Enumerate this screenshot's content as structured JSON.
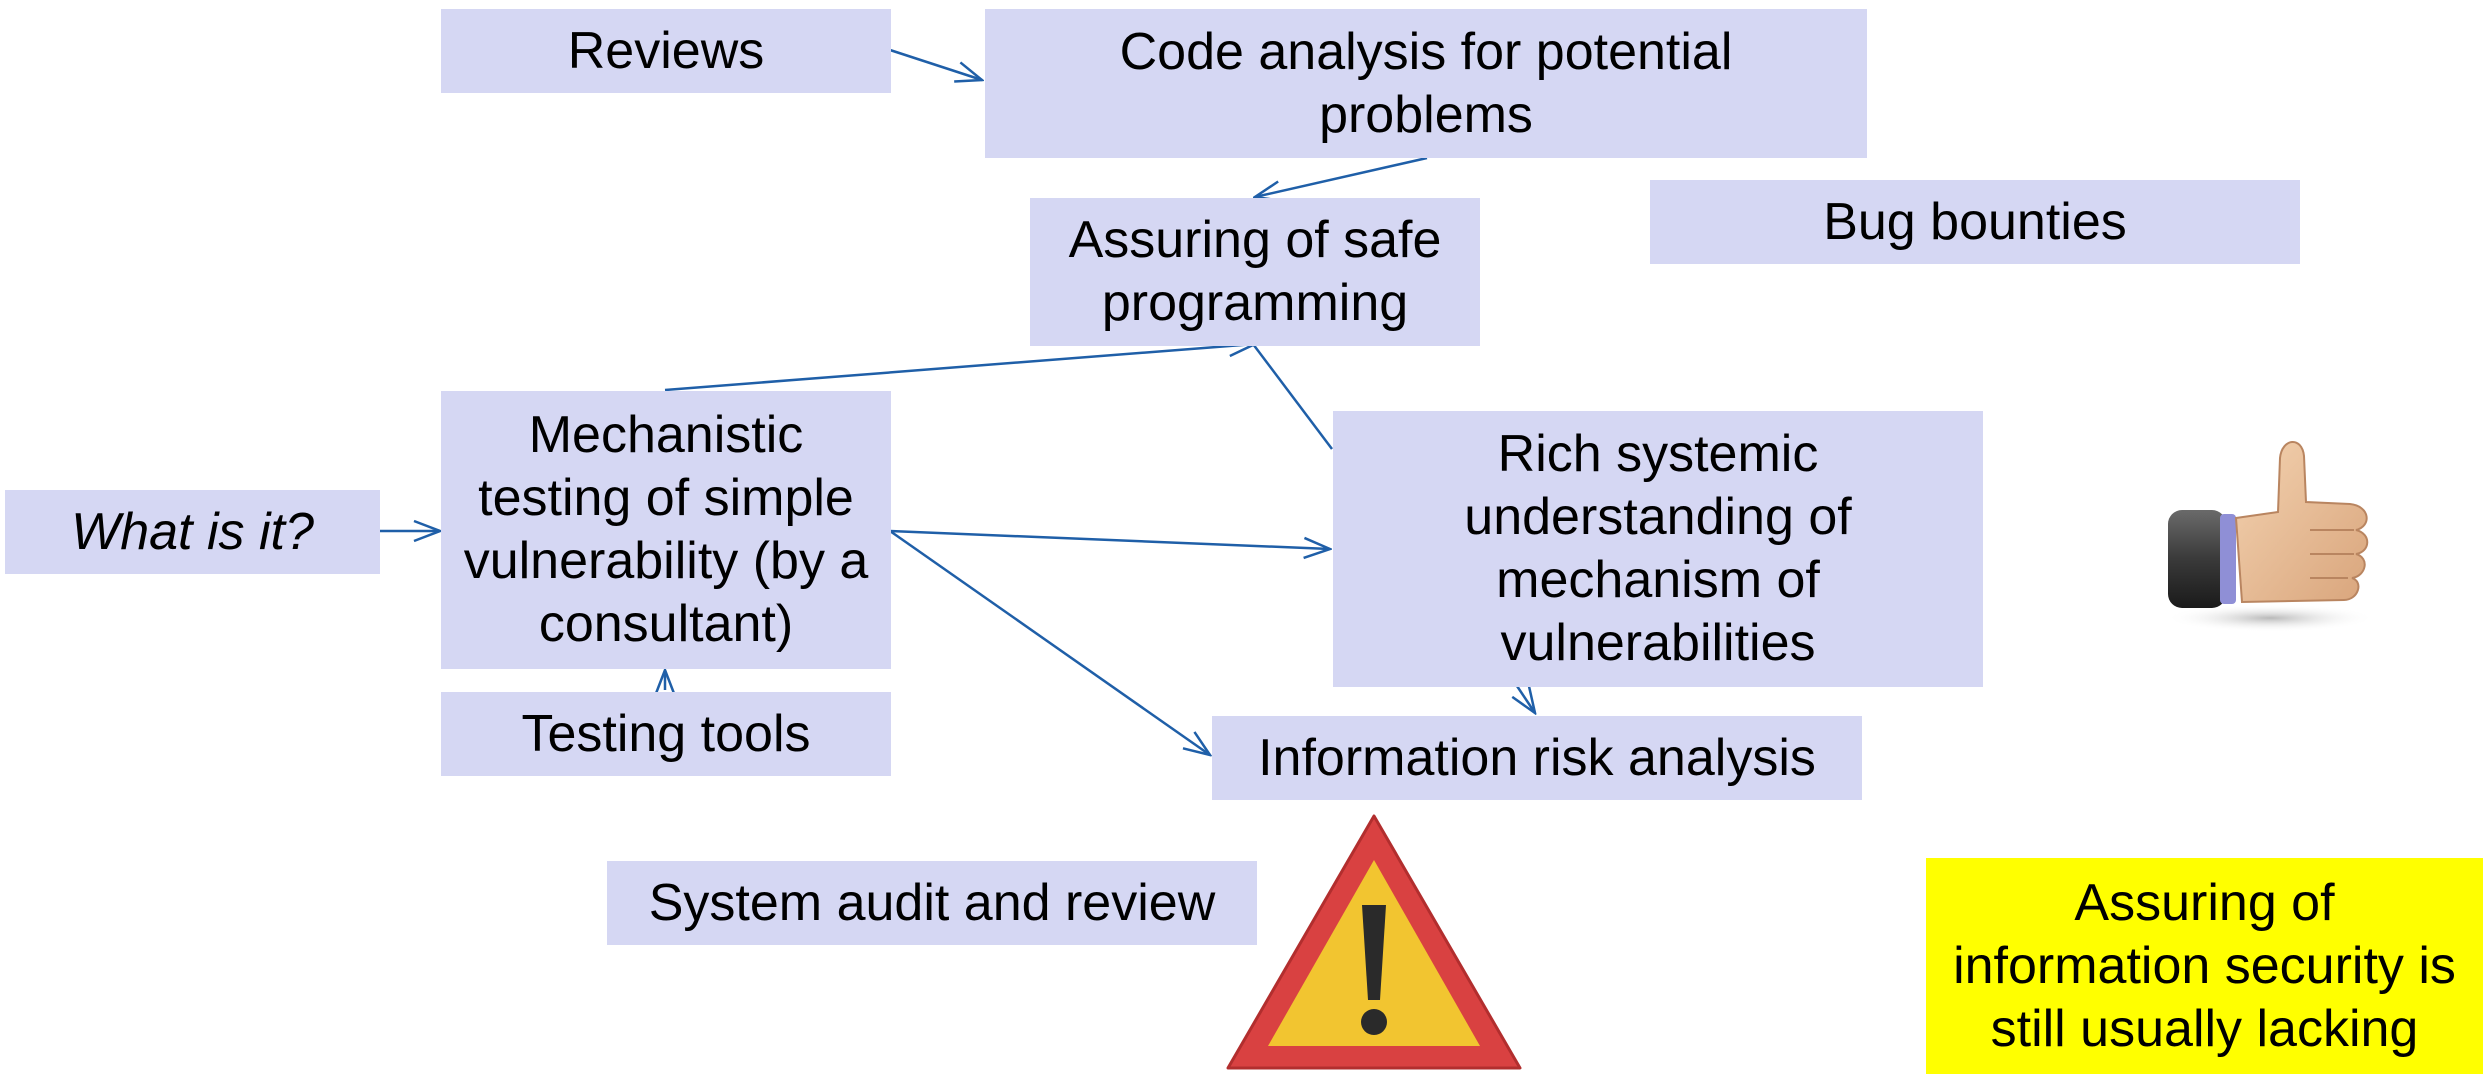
{
  "boxes": {
    "reviews": "Reviews",
    "code_analysis": "Code analysis for potential problems",
    "safe_programming": "Assuring of safe programming",
    "bug_bounties": "Bug bounties",
    "what_is_it": "What is it?",
    "mechanistic_testing": "Mechanistic testing of simple vulnerability (by a consultant)",
    "rich_systemic": "Rich systemic understanding of mechanism of vulnerabilities",
    "testing_tools": "Testing tools",
    "risk_analysis": "Information risk analysis",
    "system_audit": "System audit and review",
    "info_security": "Assuring of information security is still usually lacking"
  },
  "colors": {
    "box_fill": "#d5d7f3",
    "highlight_fill": "#ffff00",
    "arrow": "#1f5fa8",
    "warning_border": "#d94141",
    "warning_fill": "#f2c530"
  },
  "icons": {
    "thumbs_up": "thumbs-up-icon",
    "warning": "warning-triangle-icon"
  }
}
